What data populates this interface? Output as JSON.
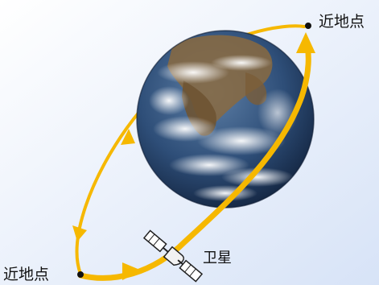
{
  "labels": {
    "top_point": "近地点",
    "bottom_point": "近地点",
    "satellite": "卫星"
  },
  "colors": {
    "background": "#e9eef8",
    "orbit": "#f6b800",
    "earth_ocean": "#2f4f7a",
    "earth_land": "#8a6a3f",
    "cloud": "#ffffff"
  },
  "icons": [
    "earth-globe",
    "satellite-icon",
    "point-marker"
  ]
}
